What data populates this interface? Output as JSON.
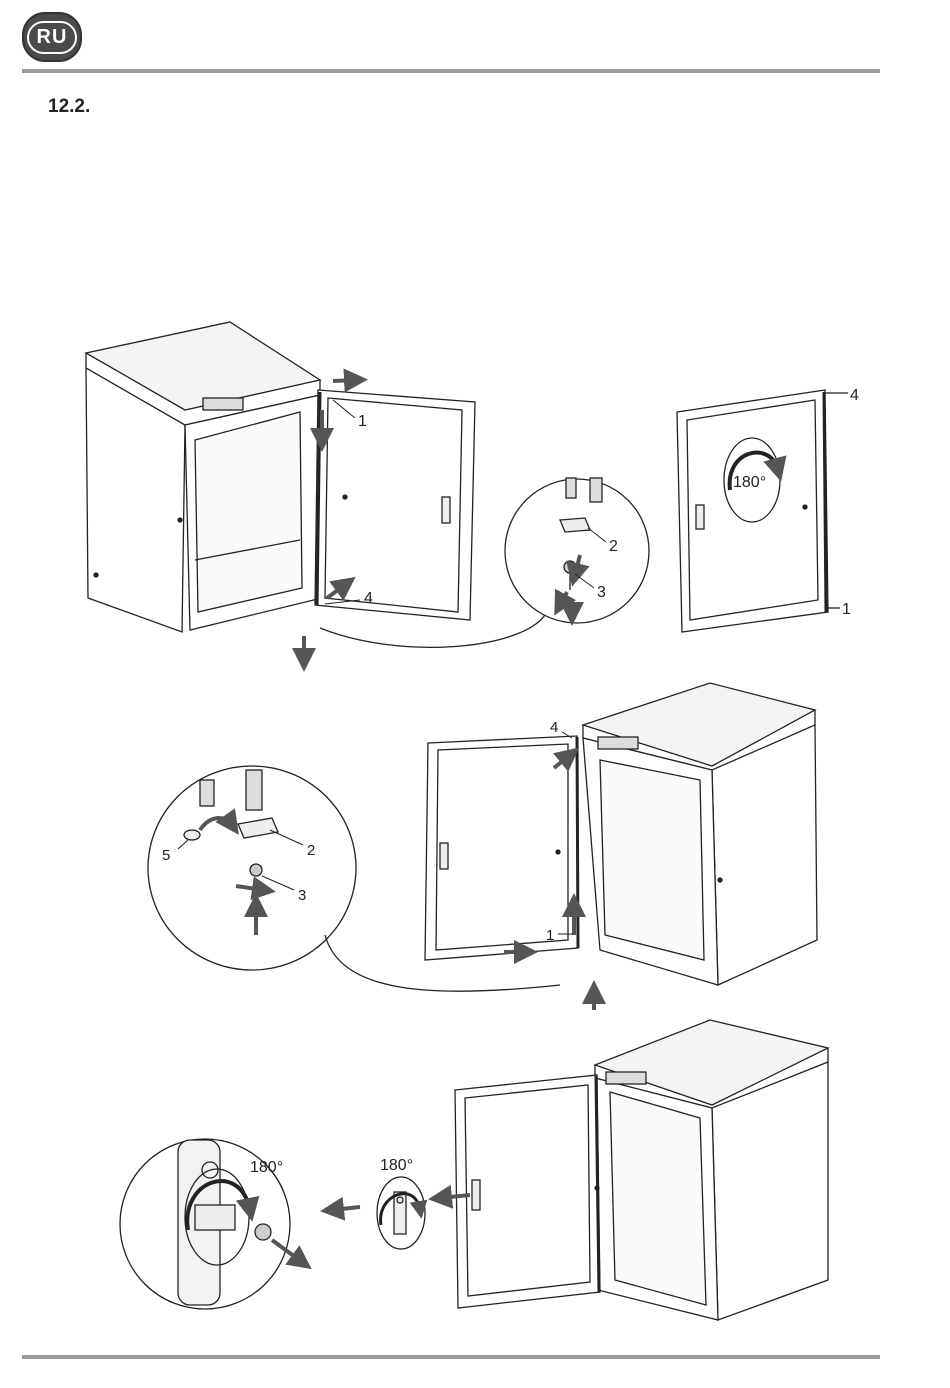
{
  "header": {
    "lang_badge": "RU",
    "section_number": "12.2."
  },
  "step1": {
    "callouts": {
      "top_hinge": "1",
      "bottom_hinge": "4",
      "bracket": "2",
      "foot": "3"
    },
    "door_callouts": {
      "top": "4",
      "bottom": "1",
      "rotation": "180°"
    }
  },
  "step2": {
    "callouts": {
      "top_hinge": "4",
      "bottom_hinge": "1",
      "cap": "5",
      "bracket": "2",
      "foot": "3"
    }
  },
  "step3": {
    "rotation_large": "180°",
    "rotation_small": "180°"
  }
}
